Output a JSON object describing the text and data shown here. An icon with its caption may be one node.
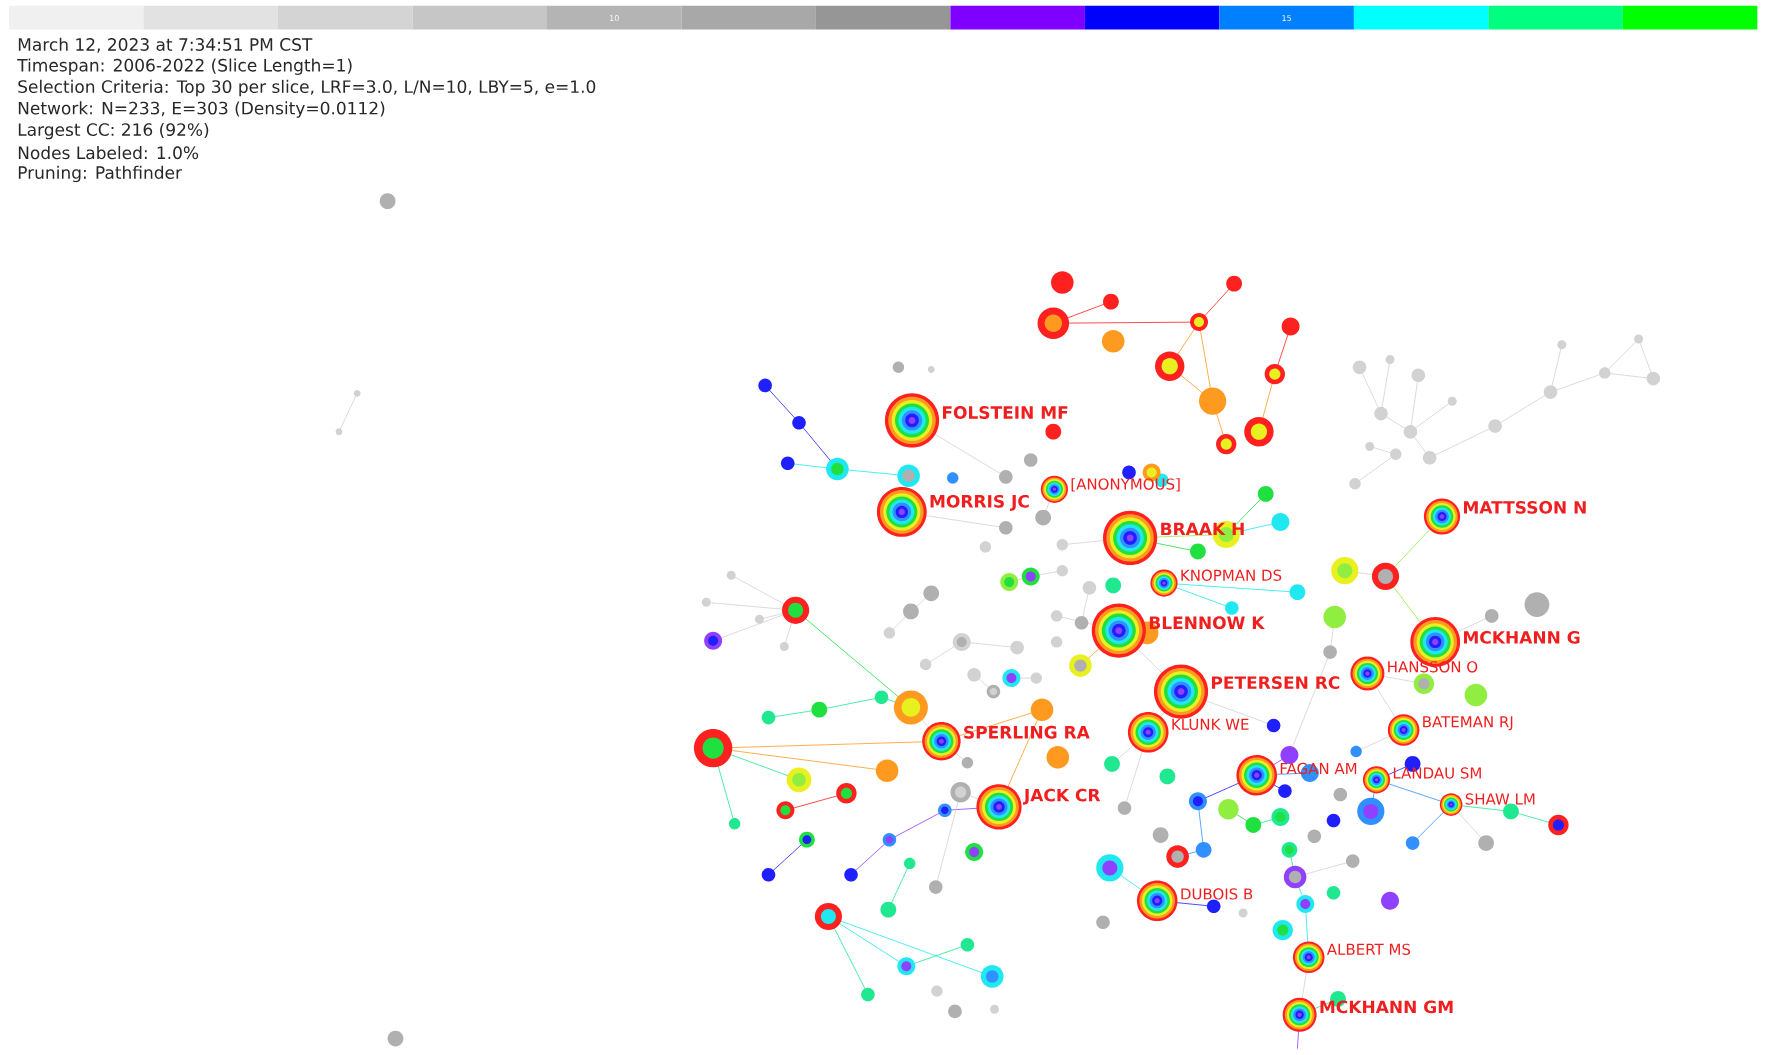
{
  "diagram": {
    "nodes": [
      {
        "text": [
          "FOLSTEIN MF"
        ]
      },
      {
        "text": [
          "MORRIS JC"
        ]
      },
      {
        "text": [
          "[ANONYMOUS]"
        ]
      },
      {
        "text": [
          "BRAAK H"
        ]
      },
      {
        "text": [
          "MATTSSON N"
        ]
      },
      {
        "text": [
          "KNOPMAN DS"
        ]
      },
      {
        "text": [
          "BLENNOW K"
        ]
      },
      {
        "text": [
          "MCKHANN G"
        ]
      },
      {
        "text": [
          "HANSSON O"
        ]
      },
      {
        "text": [
          "PETERSEN RC"
        ]
      },
      {
        "text": [
          "BATEMAN RJ"
        ]
      },
      {
        "text": [
          "KLUNK WE"
        ]
      },
      {
        "text": [
          "SPERLING RA"
        ]
      },
      {
        "text": [
          "FAGAN AM"
        ]
      },
      {
        "text": [
          "LANDAU SM"
        ]
      },
      {
        "text": [
          "JACK CR"
        ]
      },
      {
        "text": [
          "SHAW LM"
        ]
      },
      {
        "text": [
          "DUBOIS B"
        ]
      },
      {
        "text": [
          "ALBERT MS"
        ]
      },
      {
        "text": [
          "MCKHANN GM"
        ]
      }
    ],
    "labels": [
      "10",
      "15",
      "March 12, 2023 at 7:34:51 PM CST",
      "Timespan: 2006-2022 (Slice Length=1)",
      "Selection Criteria: Top 30 per slice, LRF=3.0, L/N=10, LBY=5, e=1.0",
      "Network: N=233, E=303 (Density=0.0112)",
      "Largest CC: 216 (92%)",
      "Nodes Labeled: 1.0%",
      "Pruning: Pathfinder"
    ]
  }
}
